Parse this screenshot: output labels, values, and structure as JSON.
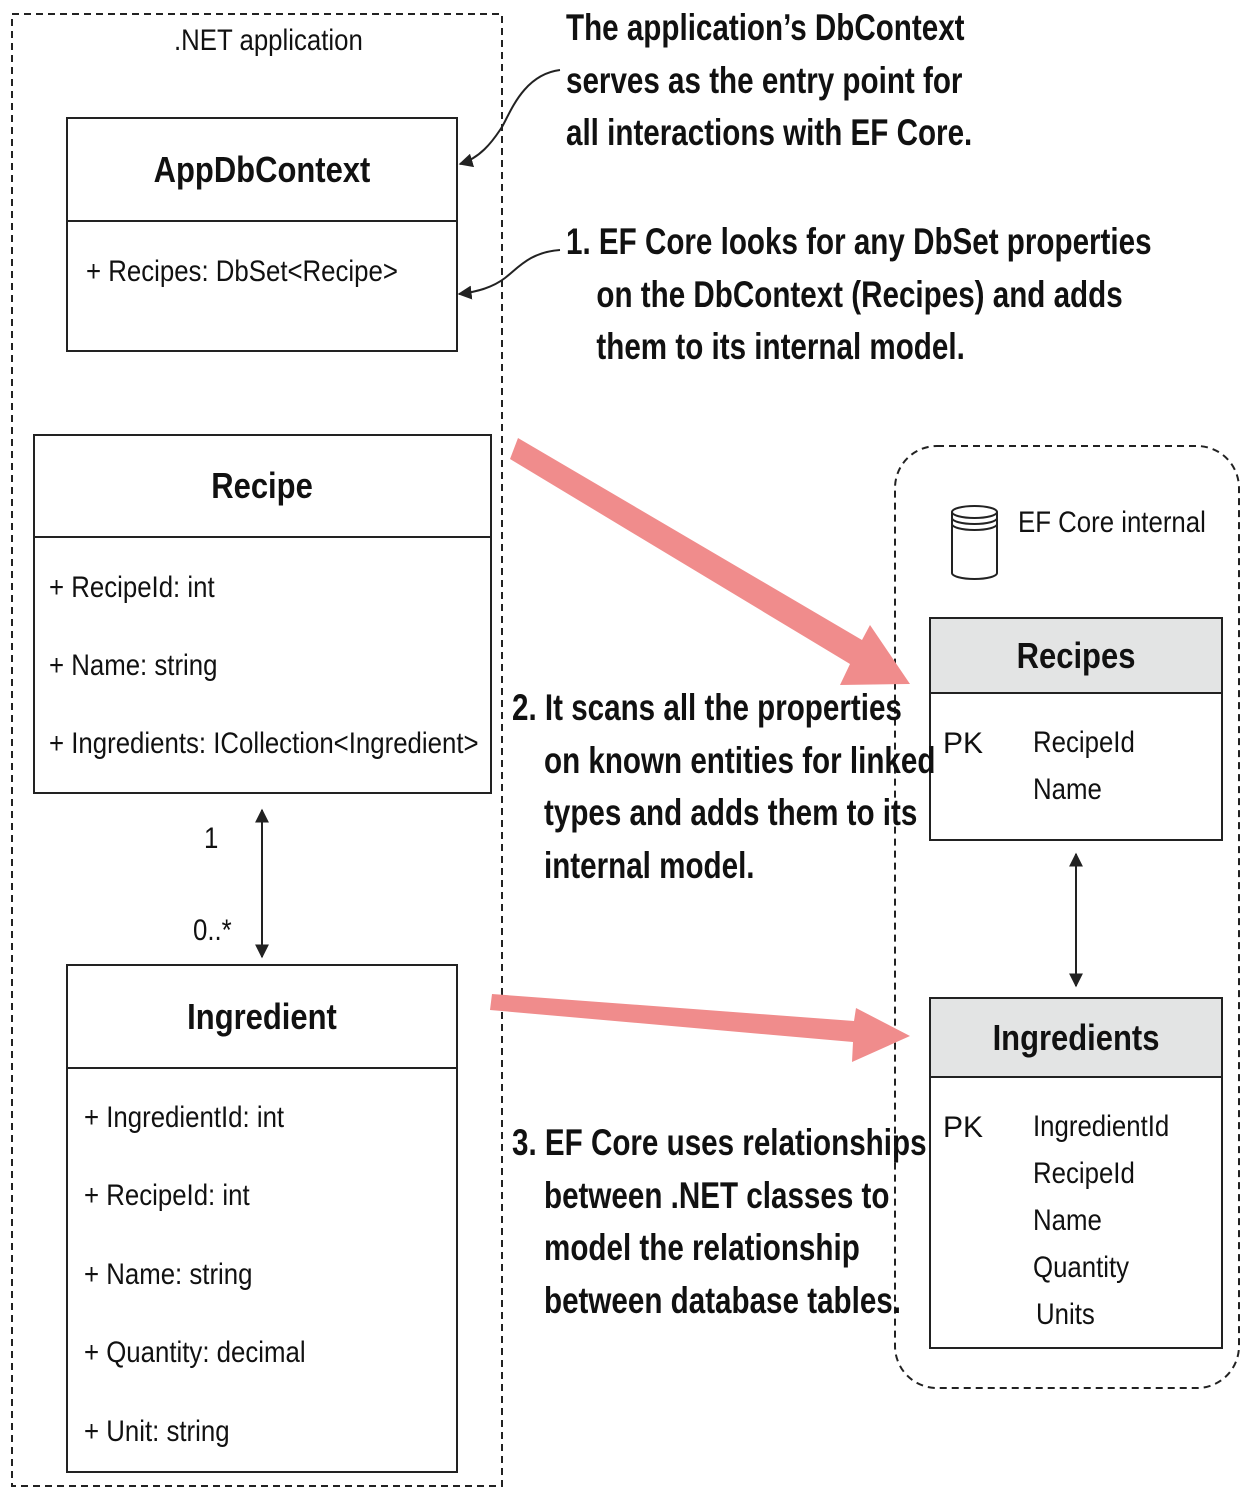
{
  "app_boundary_label": ".NET application",
  "ef_internal_label": "EF Core internal",
  "classes": {
    "appdbcontext": {
      "name": "AppDbContext",
      "members": [
        "+ Recipes: DbSet<Recipe>"
      ]
    },
    "recipe": {
      "name": "Recipe",
      "members": [
        "+ RecipeId: int",
        "+ Name: string",
        "+ Ingredients: ICollection<Ingredient>"
      ]
    },
    "ingredient": {
      "name": "Ingredient",
      "members": [
        "+ IngredientId: int",
        "+ RecipeId: int",
        "+ Name: string",
        "+ Quantity: decimal",
        "+ Unit: string"
      ]
    }
  },
  "multiplicity": {
    "one": "1",
    "many": "0..*"
  },
  "tables": {
    "recipes": {
      "name": "Recipes",
      "pk": "PK",
      "columns": [
        "RecipeId",
        "Name"
      ]
    },
    "ingredients": {
      "name": "Ingredients",
      "pk": "PK",
      "columns": [
        "IngredientId",
        "RecipeId",
        "Name",
        "Quantity",
        "Units"
      ]
    }
  },
  "notes": {
    "entry": [
      "The application’s DbContext",
      "serves as the entry point for",
      "all interactions with EF Core."
    ],
    "step1": [
      "1. EF Core looks for any DbSet properties",
      "on the DbContext (Recipes) and adds",
      "them to its internal model."
    ],
    "step2": [
      "2. It scans all the properties",
      "on known entities for linked",
      "types and adds them to its",
      "internal model."
    ],
    "step3": [
      "3. EF Core uses relationships",
      "between .NET classes to",
      "model the relationship",
      "between database tables."
    ]
  },
  "colors": {
    "highlight_arrow": "#f08c8c",
    "table_header": "#e3e4e4",
    "line": "#222222"
  }
}
